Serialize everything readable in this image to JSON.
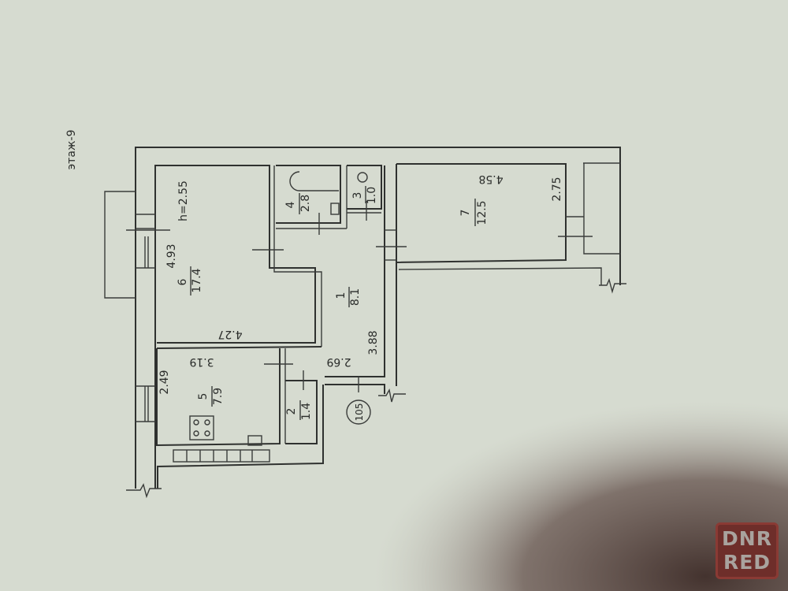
{
  "floor_label": "этаж-9",
  "ceiling_height": "h=2.55",
  "apartment_number": "105",
  "rooms": [
    {
      "number": "1",
      "area": "8.1"
    },
    {
      "number": "2",
      "area": "1.4"
    },
    {
      "number": "3",
      "area": "1.0"
    },
    {
      "number": "4",
      "area": "2.8"
    },
    {
      "number": "5",
      "area": "7.9"
    },
    {
      "number": "6",
      "area": "17.4"
    },
    {
      "number": "7",
      "area": "12.5"
    }
  ],
  "dimensions": {
    "room6_width": "4.93",
    "room6_length": "4.27",
    "room5_length": "3.19",
    "room5_width": "2.49",
    "room1_length": "2.69",
    "room1_width": "3.88",
    "room7_length": "4.58",
    "room7_width": "2.75"
  },
  "watermark": {
    "line1": "DNR",
    "line2": "RED"
  }
}
